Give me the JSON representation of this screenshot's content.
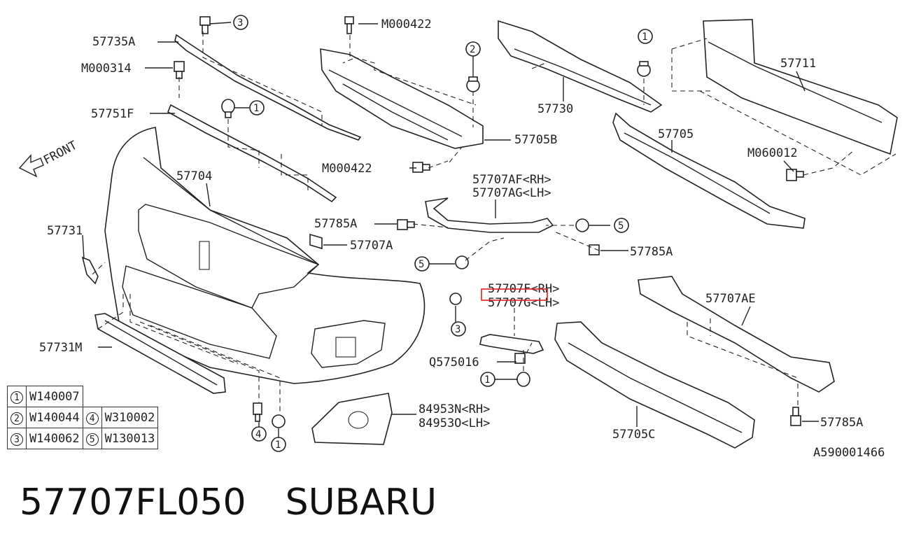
{
  "diagram": {
    "front_label": "FRONT",
    "part_labels": {
      "p57735A": "57735A",
      "pM000314": "M000314",
      "p57751F": "57751F",
      "p57704": "57704",
      "p57731": "57731",
      "p57731M": "57731M",
      "pM000422_top": "M000422",
      "pM000422_mid": "M000422",
      "p57705B": "57705B",
      "p57730": "57730",
      "p57711": "57711",
      "p57705": "57705",
      "pM060012": "M060012",
      "p57707AF": "57707AF<RH>",
      "p57707AG": "57707AG<LH>",
      "p57785A_left": "57785A",
      "p57785A_right": "57785A",
      "p57785A_lower": "57785A",
      "p57707A": "57707A",
      "p57707F": "57707F<RH>",
      "p57707G": "57707G<LH>",
      "pQ575016": "Q575016",
      "p57707AE": "57707AE",
      "p84953N": "84953N<RH>",
      "p84953O": "84953O<LH>",
      "p57705C": "57705C"
    },
    "callouts": {
      "c_top3": "3",
      "c_clip1": "1",
      "c_2": "2",
      "c_1right": "1",
      "c_5right": "5",
      "c_5left": "5",
      "c_3mid": "3",
      "c_1mid": "1",
      "c_4bottom": "4",
      "c_1bottom": "1"
    },
    "diagram_code": "A590001466",
    "highlight_color": "#e02020"
  },
  "legend": {
    "rows": [
      {
        "n1": "1",
        "p1": "W140007"
      },
      {
        "n1": "2",
        "p1": "W140044",
        "n2": "4",
        "p2": "W310002"
      },
      {
        "n1": "3",
        "p1": "W140062",
        "n2": "5",
        "p2": "W130013"
      }
    ]
  },
  "footer": {
    "part_number": "57707FL050",
    "brand": "SUBARU"
  }
}
